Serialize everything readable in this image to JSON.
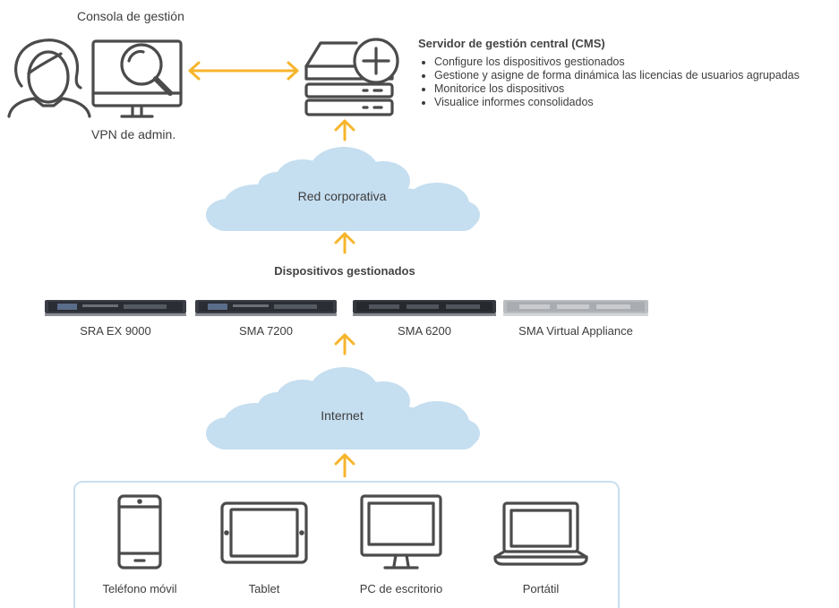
{
  "console": {
    "title": "Consola de gestión",
    "vpn_label": "VPN de admin."
  },
  "cms": {
    "title": "Servidor de gestión central (CMS)",
    "bullets": [
      "Configure los dispositivos gestionados",
      "Gestione y asigne de forma dinámica las licencias de usuarios agrupadas",
      "Monitorice los dispositivos",
      "Visualice informes consolidados"
    ]
  },
  "clouds": {
    "corporate": "Red corporativa",
    "internet": "Internet"
  },
  "managed": {
    "title": "Dispositivos gestionados",
    "devices": [
      "SRA EX 9000",
      "SMA 7200",
      "SMA 6200",
      "SMA Virtual Appliance"
    ]
  },
  "endpoints": [
    "Teléfono móvil",
    "Tablet",
    "PC de escritorio",
    "Portátil"
  ],
  "colors": {
    "arrow": "#f7b52c",
    "cloud": "#c5def0",
    "icon": "#4b4b4b",
    "frame": "#c8dff0"
  }
}
